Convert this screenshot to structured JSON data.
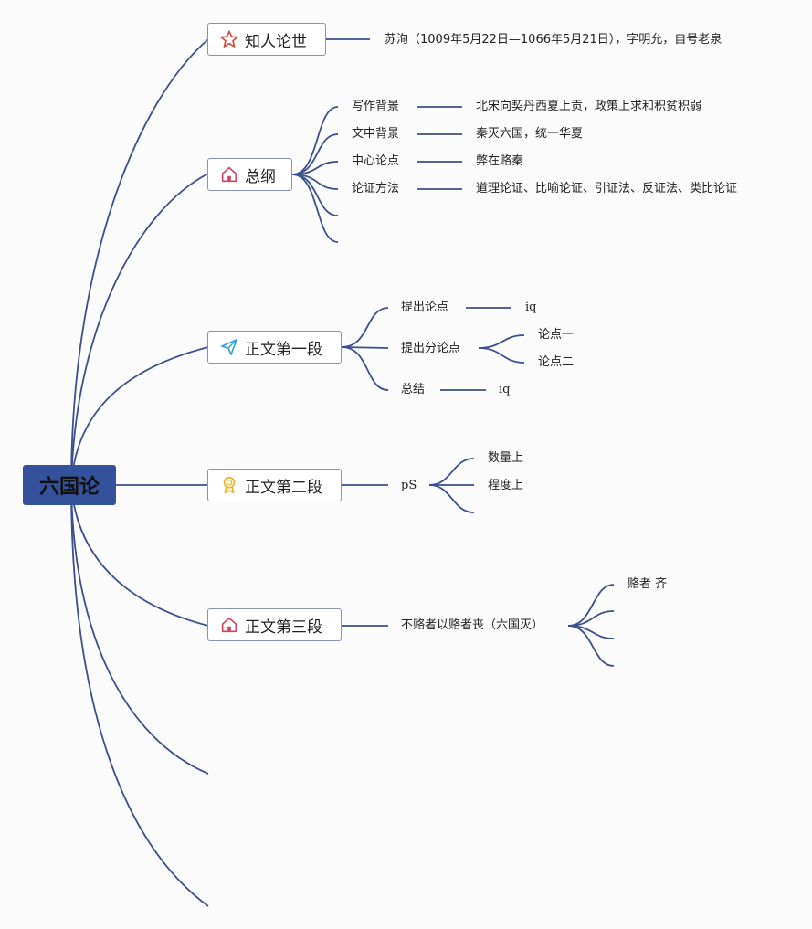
{
  "root": {
    "label": "六国论"
  },
  "branches": [
    {
      "label": "知人论世",
      "icon": "star-icon",
      "children": [
        {
          "label": "苏洵（1009年5月22日—1066年5月21日），字明允，自号老泉"
        }
      ]
    },
    {
      "label": "总纲",
      "icon": "house-icon",
      "children": [
        {
          "label": "写作背景",
          "detail": "北宋向契丹西夏上贡，政策上求和积贫积弱"
        },
        {
          "label": "文中背景",
          "detail": "秦灭六国，统一华夏"
        },
        {
          "label": "中心论点",
          "detail": "弊在赂秦"
        },
        {
          "label": "论证方法",
          "detail": "道理论证、比喻论证、引证法、反证法、类比论证"
        }
      ]
    },
    {
      "label": "正文第一段",
      "icon": "paper-plane-icon",
      "children": [
        {
          "label": "提出论点",
          "detail": "iq"
        },
        {
          "label": "提出分论点",
          "sub": [
            "论点一",
            "论点二"
          ]
        },
        {
          "label": "总结",
          "detail": "iq"
        }
      ]
    },
    {
      "label": "正文第二段",
      "icon": "medal-icon",
      "children": [
        {
          "label": "pS",
          "sub": [
            "数量上",
            "程度上"
          ]
        }
      ]
    },
    {
      "label": "正文第三段",
      "icon": "house-icon",
      "children": [
        {
          "label": "不赂者以赂者丧（六国灭）",
          "sub": [
            "赂者 齐"
          ]
        }
      ]
    }
  ],
  "colors": {
    "line": "#3b4f8c",
    "root_fill": "#34519c",
    "star": "#d94a3a",
    "house": "#d0455f",
    "plane": "#3aa0d8",
    "medal": "#f0b429"
  }
}
